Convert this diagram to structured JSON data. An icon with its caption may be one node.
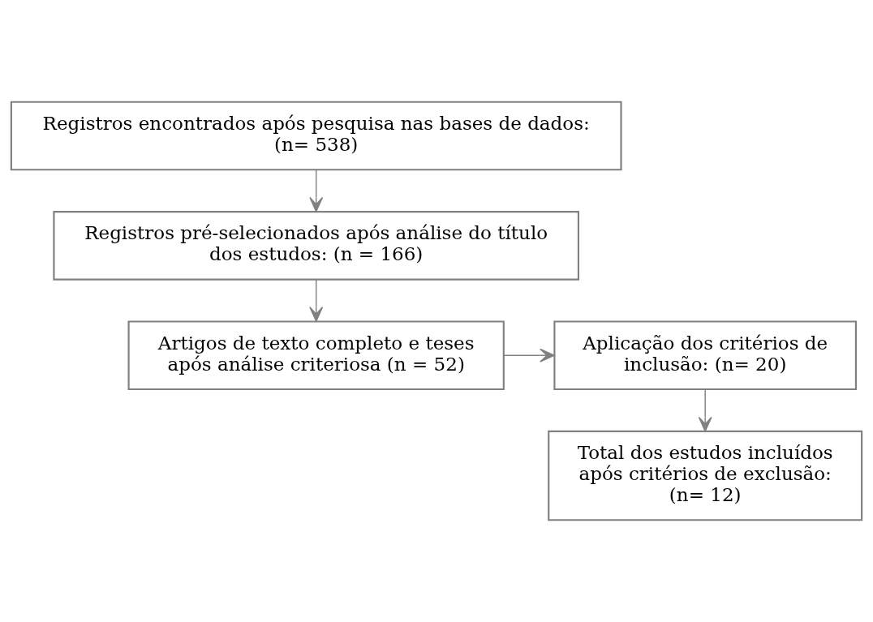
{
  "diagram": {
    "nodes": [
      {
        "text": [
          "Registros encontrados após pesquisa nas bases de dados: (n= 538)"
        ]
      },
      {
        "text": [
          "Registros pré-selecionados após análise do título dos estudos: (n = 166)"
        ]
      },
      {
        "text": [
          "Artigos de texto completo e teses após análise criteriosa (n = 52)"
        ]
      },
      {
        "text": [
          "Aplicação dos critérios de inclusão: (n= 20)"
        ]
      },
      {
        "text": [
          "Total dos estudos incluídos após critérios de exclusão: (n= 12)"
        ]
      }
    ],
    "edges": [
      {
        "from": 0,
        "to": 1,
        "arrow": "to"
      },
      {
        "from": 1,
        "to": 2,
        "arrow": "to"
      },
      {
        "from": 2,
        "to": 3,
        "arrow": "to"
      },
      {
        "from": 3,
        "to": 4,
        "arrow": "to"
      }
    ]
  }
}
